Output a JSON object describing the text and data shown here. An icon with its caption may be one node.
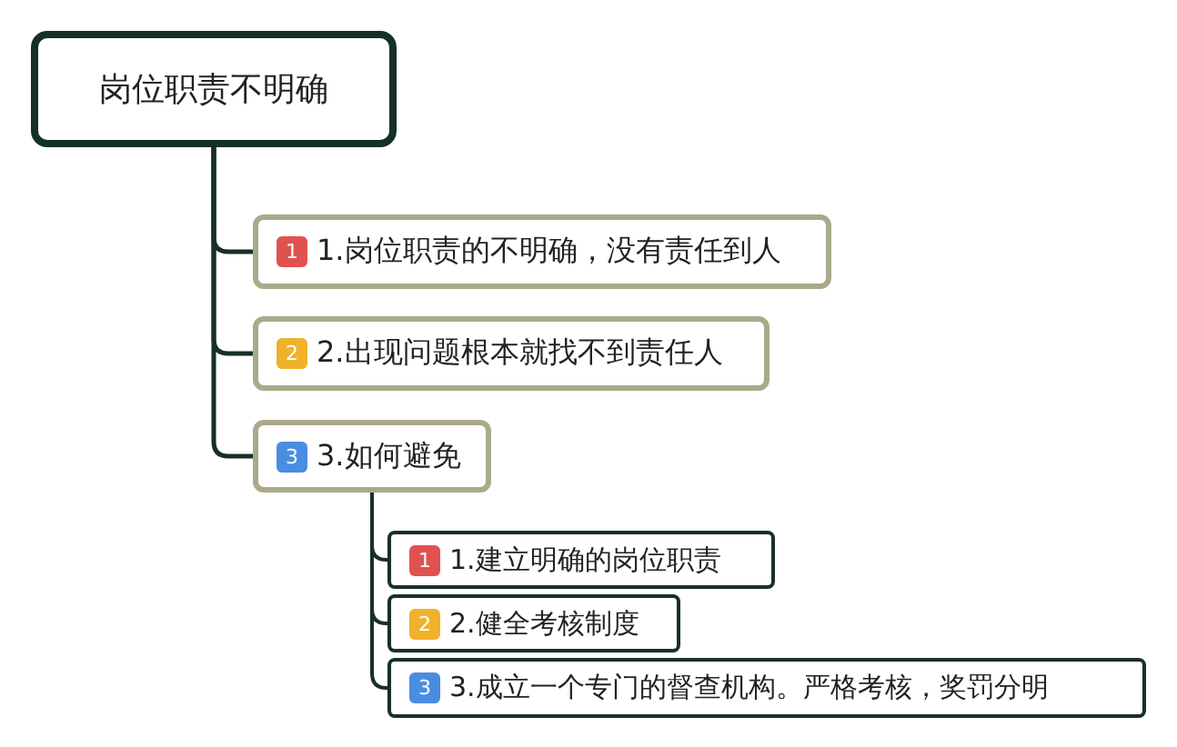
{
  "diagram": {
    "nodes": [
      {
        "text": [
          "岗位职责不明确"
        ]
      },
      {
        "text": [
          "1",
          "1.岗位职责的不明确，没有责任到人"
        ]
      },
      {
        "text": [
          "2",
          "2.出现问题根本就找不到责任人"
        ]
      },
      {
        "text": [
          "3",
          "3.如何避免"
        ]
      },
      {
        "text": [
          "1",
          "1.建立明确的岗位职责"
        ]
      },
      {
        "text": [
          "2",
          "2.健全考核制度"
        ]
      },
      {
        "text": [
          "3",
          "3.成立一个专门的督查机构。严格考核，奖罚分明"
        ]
      }
    ],
    "edges": [
      {
        "from": 0,
        "to": 1,
        "arrow": "none"
      },
      {
        "from": 0,
        "to": 2,
        "arrow": "none"
      },
      {
        "from": 0,
        "to": 3,
        "arrow": "none"
      },
      {
        "from": 3,
        "to": 4,
        "arrow": "none"
      },
      {
        "from": 3,
        "to": 5,
        "arrow": "none"
      },
      {
        "from": 3,
        "to": 6,
        "arrow": "none"
      }
    ]
  }
}
